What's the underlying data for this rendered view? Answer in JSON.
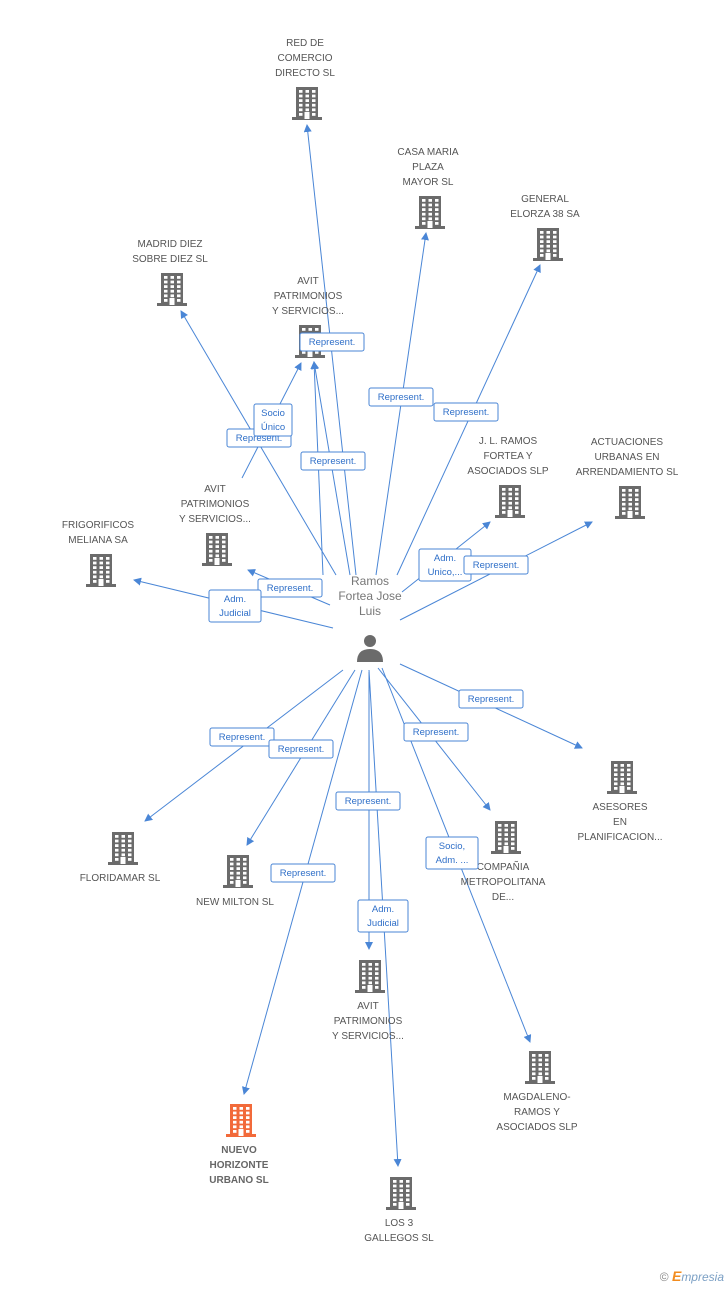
{
  "center": {
    "id": "person",
    "label_lines": [
      "Ramos",
      "Fortea Jose",
      "Luis"
    ],
    "icon": "person-icon"
  },
  "nodes": [
    {
      "id": "red",
      "label_lines": [
        "RED DE",
        "COMERCIO",
        "DIRECTO SL"
      ]
    },
    {
      "id": "casa",
      "label_lines": [
        "CASA MARIA",
        "PLAZA",
        "MAYOR SL"
      ]
    },
    {
      "id": "general",
      "label_lines": [
        "GENERAL",
        "ELORZA 38 SA"
      ]
    },
    {
      "id": "madrid",
      "label_lines": [
        "MADRID DIEZ",
        "SOBRE DIEZ SL"
      ]
    },
    {
      "id": "avit1",
      "label_lines": [
        "AVIT",
        "PATRIMONIOS",
        "Y SERVICIOS..."
      ]
    },
    {
      "id": "jl",
      "label_lines": [
        "J. L. RAMOS",
        "FORTEA Y",
        "ASOCIADOS  SLP"
      ]
    },
    {
      "id": "actuaciones",
      "label_lines": [
        "ACTUACIONES",
        "URBANAS EN",
        "ARRENDAMIENTO SL"
      ]
    },
    {
      "id": "avit2",
      "label_lines": [
        "AVIT",
        "PATRIMONIOS",
        "Y SERVICIOS..."
      ]
    },
    {
      "id": "frigorificos",
      "label_lines": [
        "FRIGORIFICOS",
        "MELIANA SA"
      ]
    },
    {
      "id": "asesores",
      "label_lines": [
        "ASESORES",
        "EN",
        "PLANIFICACION..."
      ]
    },
    {
      "id": "floridamar",
      "label_lines": [
        "FLORIDAMAR SL"
      ]
    },
    {
      "id": "newmilton",
      "label_lines": [
        "NEW MILTON SL"
      ]
    },
    {
      "id": "compania",
      "label_lines": [
        "COMPAÑIA",
        "METROPOLITANA",
        "DE..."
      ]
    },
    {
      "id": "avit3",
      "label_lines": [
        "AVIT",
        "PATRIMONIOS",
        "Y SERVICIOS..."
      ]
    },
    {
      "id": "magdaleno",
      "label_lines": [
        "MAGDALENO-",
        "RAMOS Y",
        "ASOCIADOS SLP"
      ]
    },
    {
      "id": "nuevo",
      "label_lines": [
        "NUEVO",
        "HORIZONTE",
        "URBANO SL"
      ],
      "highlighted": true
    },
    {
      "id": "los3",
      "label_lines": [
        "LOS 3",
        "GALLEGOS SL"
      ]
    }
  ],
  "edges": [
    {
      "to": "red",
      "badge_lines": [
        "Represent."
      ]
    },
    {
      "to": "casa",
      "badge_lines": [
        "Represent."
      ]
    },
    {
      "to": "general",
      "badge_lines": [
        "Represent."
      ]
    },
    {
      "to": "madrid",
      "badge_lines": [
        "Represent."
      ]
    },
    {
      "to": "avit1",
      "badge_lines": [
        "Represent."
      ]
    },
    {
      "to": "avit1",
      "badge_lines": [
        "Socio",
        "Único"
      ]
    },
    {
      "to": "avit1",
      "badge_lines": [
        "Represent."
      ]
    },
    {
      "to": "jl",
      "badge_lines": [
        "Adm.",
        "Unico,..."
      ]
    },
    {
      "to": "actuaciones",
      "badge_lines": [
        "Represent."
      ]
    },
    {
      "to": "avit2",
      "badge_lines": [
        "Represent."
      ]
    },
    {
      "to": "frigorificos",
      "badge_lines": [
        "Adm.",
        "Judicial"
      ]
    },
    {
      "to": "asesores",
      "badge_lines": [
        "Represent."
      ]
    },
    {
      "to": "floridamar",
      "badge_lines": [
        "Represent."
      ]
    },
    {
      "to": "newmilton",
      "badge_lines": [
        "Represent."
      ]
    },
    {
      "to": "compania",
      "badge_lines": [
        "Represent."
      ]
    },
    {
      "to": "los3",
      "badge_lines": [
        "Represent."
      ]
    },
    {
      "to": "magdaleno",
      "badge_lines": [
        "Socio,",
        "Adm. ..."
      ]
    },
    {
      "to": "avit3",
      "badge_lines": [
        "Adm.",
        "Judicial"
      ]
    },
    {
      "to": "nuevo",
      "badge_lines": [
        "Represent."
      ]
    }
  ],
  "colors": {
    "edge": "#4a86d6",
    "building": "#6b6b6b",
    "building_highlight": "#f26a3a",
    "person": "#6b6b6b"
  },
  "brand": {
    "copyright": "©",
    "first_letter": "E",
    "rest": "mpresia"
  }
}
